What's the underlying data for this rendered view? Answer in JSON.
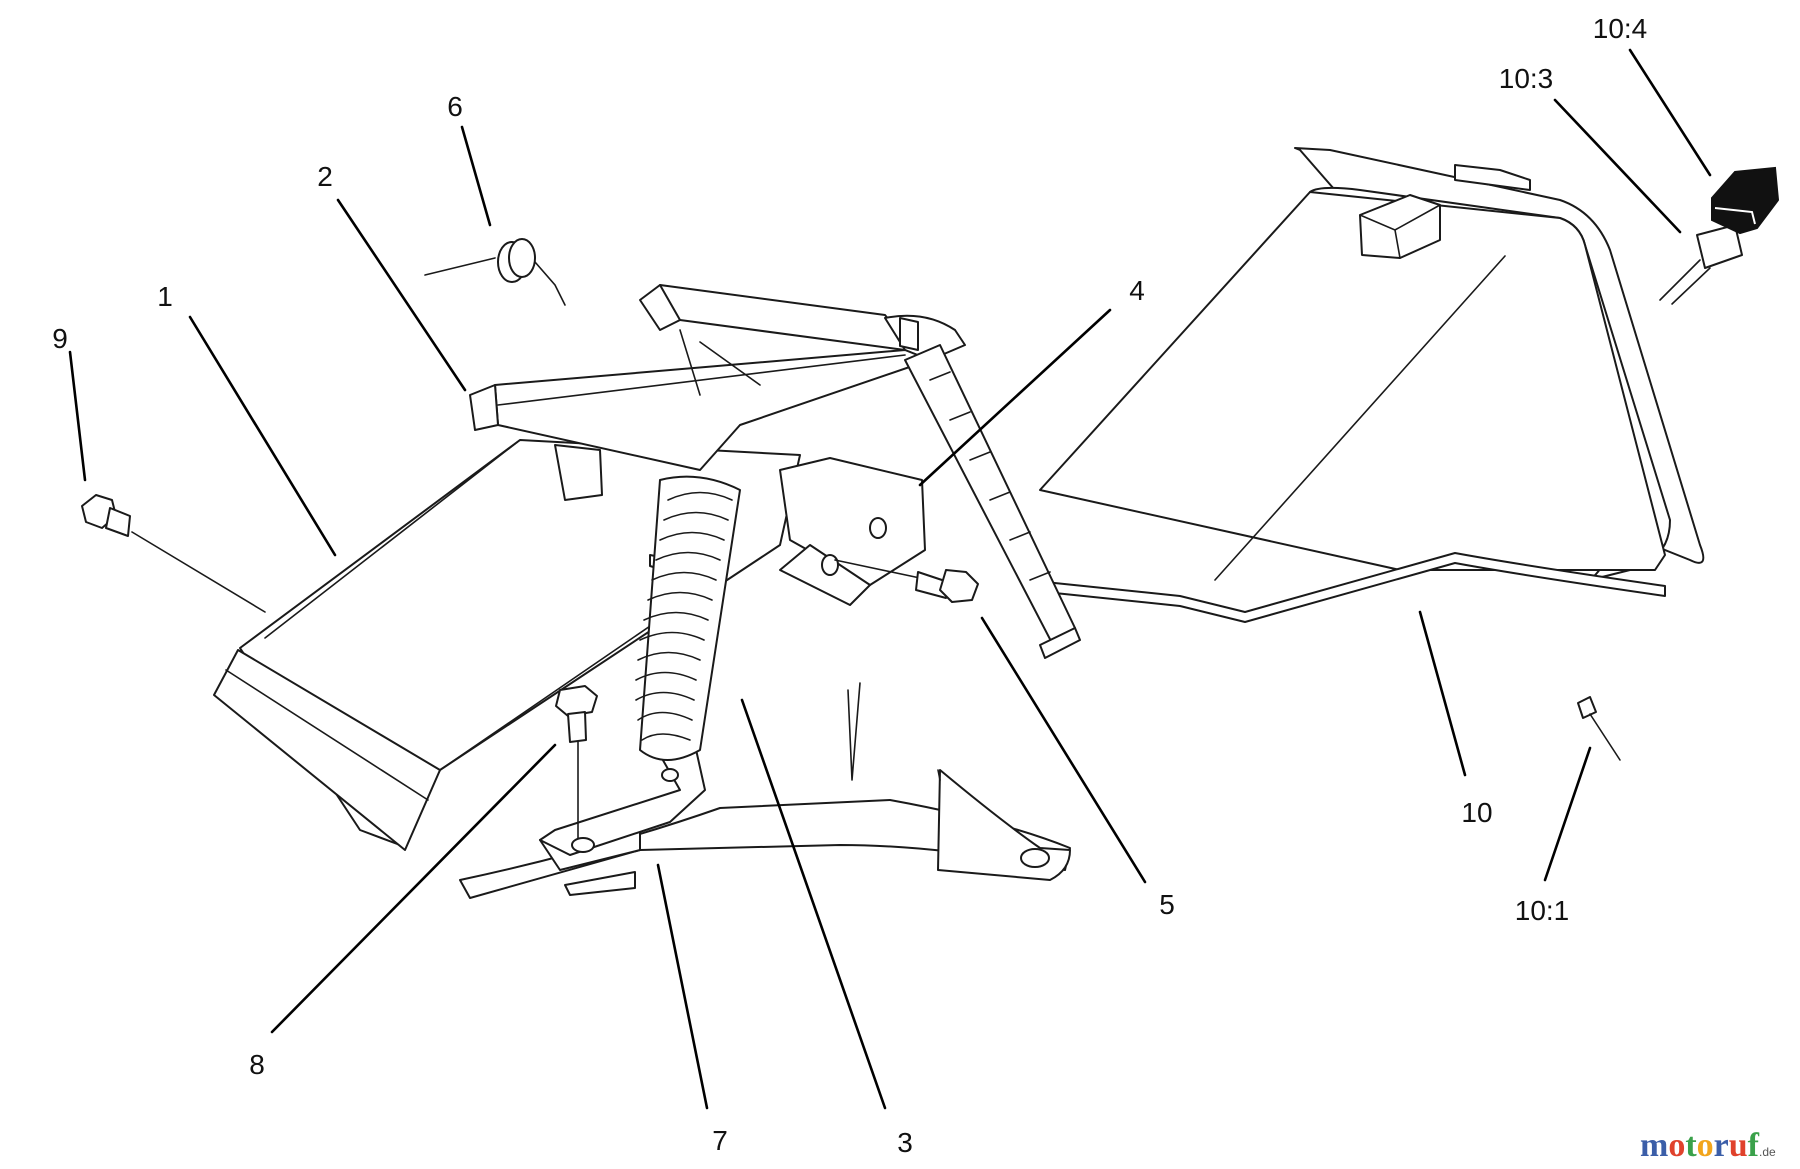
{
  "callouts": {
    "c1": "1",
    "c2": "2",
    "c3": "3",
    "c4": "4",
    "c5": "5",
    "c6": "6",
    "c7": "7",
    "c8": "8",
    "c9": "9",
    "c10": "10",
    "c10_1": "10:1",
    "c10_3": "10:3",
    "c10_4": "10:4"
  },
  "watermark": {
    "m": "m",
    "o1": "o",
    "t": "t",
    "o2": "o",
    "r": "r",
    "u": "u",
    "f": "f",
    "tld": ".de",
    "colors": {
      "m": "#3b5ea8",
      "o1": "#e0422c",
      "t": "#3aa14a",
      "o2": "#f2a51c",
      "r": "#3b5ea8",
      "u": "#e0422c",
      "f": "#3aa14a",
      "tld": "#555555"
    }
  }
}
